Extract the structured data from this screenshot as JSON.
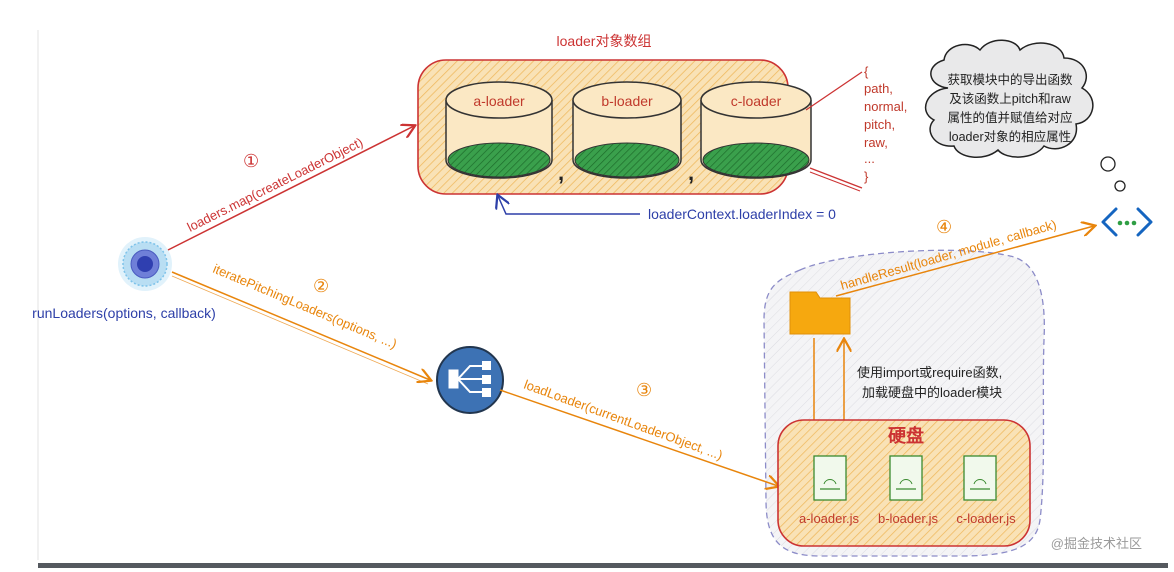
{
  "title": "loader对象数组",
  "loaders": [
    "a-loader",
    "b-loader",
    "c-loader"
  ],
  "object_fields": [
    "{",
    "path,",
    "normal,",
    "pitch,",
    "raw,",
    "...",
    "}"
  ],
  "thought": [
    "获取模块中的导出函数",
    "及该函数上pitch和raw",
    "属性的值并赋值给对应",
    "loader对象的相应属性"
  ],
  "step_marks": [
    "①",
    "②",
    "③",
    "④"
  ],
  "edges": {
    "map": "loaders.map(createLoaderObject)",
    "iterate": "iteratePitchingLoaders(options, ...)",
    "load": "loadLoader(currentLoaderObject, ...)",
    "handle": "handleResult(loader, module, callback)",
    "index": "loaderContext.loaderIndex = 0"
  },
  "run_label": "runLoaders(options, callback)",
  "import_note": [
    "使用import或require函数,",
    "加载硬盘中的loader模块"
  ],
  "disk_title": "硬盘",
  "files": [
    "a-loader.js",
    "b-loader.js",
    "c-loader.js"
  ],
  "comma": ",",
  "watermark": "@掘金技术社区",
  "colors": {
    "red": "#cc3333",
    "orange": "#e8850c",
    "blue": "#2d3fa8",
    "green": "#2f9e44",
    "box_fill": "#f7d9a3",
    "cloud_fill": "#e9e9ea"
  },
  "icons": [
    "run-circle-icon",
    "hierarchy-icon",
    "folder-icon",
    "file-icon",
    "code-icon"
  ]
}
